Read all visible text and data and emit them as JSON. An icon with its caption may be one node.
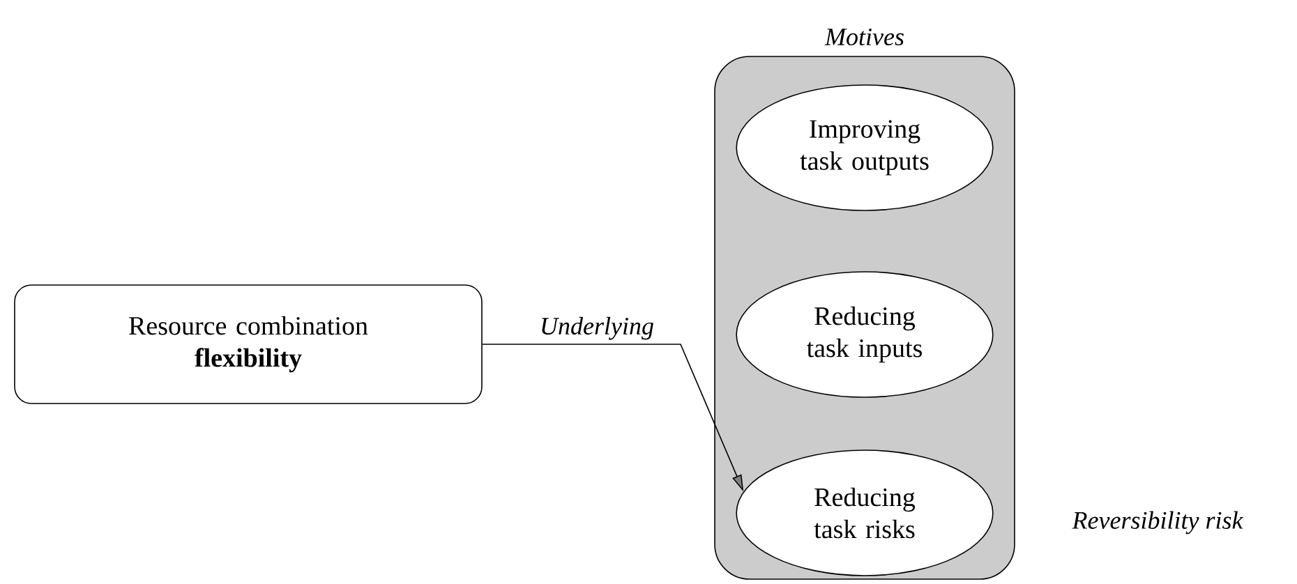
{
  "diagram": {
    "nodes": [
      {
        "text": [
          "Resource combination **flexibility**"
        ]
      },
      {
        "text": [
          "Motives"
        ]
      },
      {
        "text": [
          "Improving task outputs"
        ],
        "in": 1
      },
      {
        "text": [
          "Reducing task inputs"
        ],
        "in": 1
      },
      {
        "text": [
          "Reducing task risks"
        ],
        "in": 1
      }
    ],
    "edges": [
      {
        "from": 0,
        "to": 4,
        "arrow": "to",
        "label": "Underlying"
      }
    ],
    "labels": [
      "Reversibility risk"
    ]
  }
}
